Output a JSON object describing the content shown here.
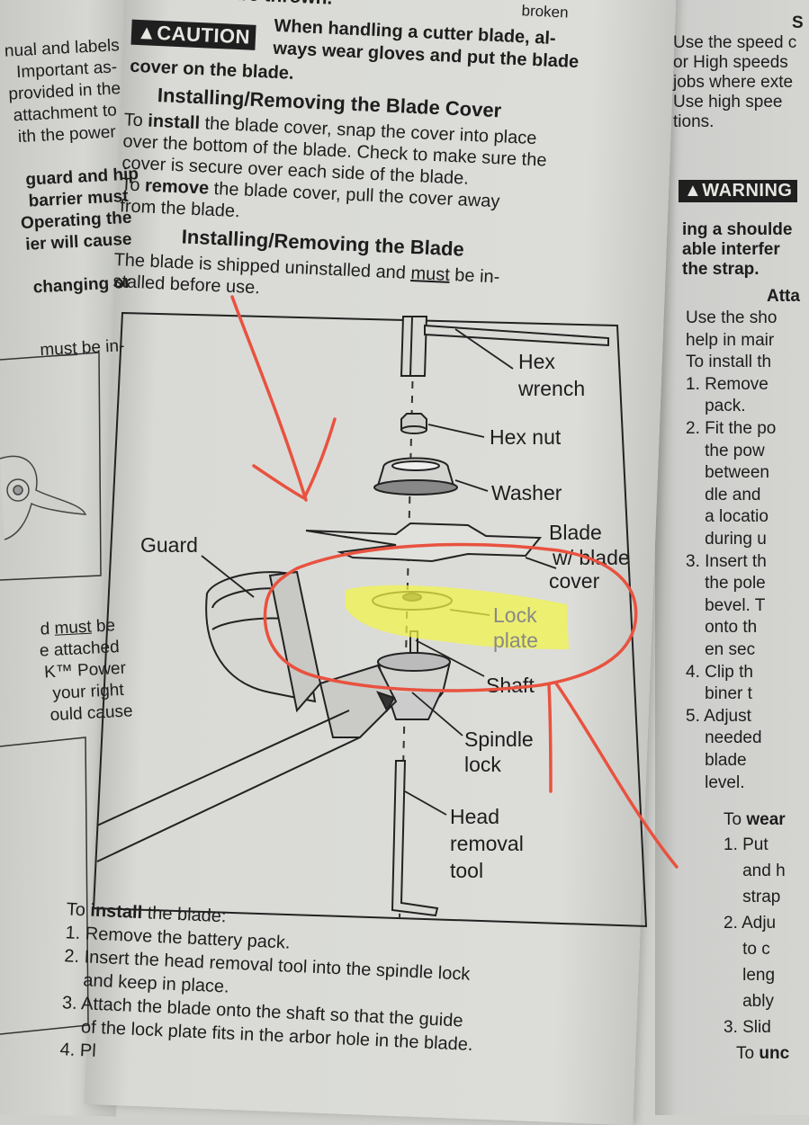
{
  "left_column": {
    "lines": [
      "nual and labels",
      "Important as-",
      "provided in the",
      "attachment to",
      "ith the power",
      "guard and hip",
      "barrier must",
      "Operating the",
      "ier will cause",
      "changing or"
    ],
    "must_line": {
      "pre": "",
      "must": "must",
      "post": " be in-"
    },
    "must_line2": {
      "pre": "d ",
      "must": "must",
      "post": " be"
    },
    "lines_b": [
      "e attached",
      "K™ Power",
      "your right",
      "ould cause"
    ]
  },
  "main": {
    "top_fragment": "pieces can be thrown.",
    "corner_fragment": "broken",
    "caution_label": "▲CAUTION",
    "caution_line1": "When handling a cutter blade, al-",
    "caution_line2": "ways wear gloves and put the blade",
    "caution_line3": "cover on the blade.",
    "blade_cover_heading": "Installing/Removing the Blade Cover",
    "blade_cover_body": [
      {
        "pre": "To ",
        "bold": "install",
        "post": " the blade cover, snap the cover into place"
      },
      {
        "pre": "over the bottom of the blade. Check to make sure the",
        "bold": "",
        "post": ""
      },
      {
        "pre": "cover is secure over each side of the blade.",
        "bold": "",
        "post": ""
      },
      {
        "pre": "To ",
        "bold": "remove",
        "post": " the blade cover, pull the cover away"
      },
      {
        "pre": "from the blade.",
        "bold": "",
        "post": ""
      }
    ],
    "blade_heading": "Installing/Removing the Blade",
    "blade_intro1_pre": "The blade is shipped uninstalled and ",
    "blade_intro1_must": "must",
    "blade_intro1_post": " be in-",
    "blade_intro2": "stalled before use.",
    "diagram_labels": {
      "hex_wrench_1": "Hex",
      "hex_wrench_2": "wrench",
      "hex_nut": "Hex nut",
      "washer": "Washer",
      "blade_1": "Blade",
      "blade_2": "w/ blade",
      "blade_3": "cover",
      "guard": "Guard",
      "lock_plate_1": "Lock",
      "lock_plate_2": "plate",
      "shaft": "Shaft",
      "spindle_1": "Spindle",
      "spindle_2": "lock",
      "head_1": "Head",
      "head_2": "removal",
      "head_3": "tool"
    },
    "install_intro_pre": "To ",
    "install_intro_bold": "install",
    "install_intro_post": " the blade:",
    "steps": [
      "1. Remove the battery pack.",
      "2. Insert the head removal tool into the spindle lock",
      "    and keep in place.",
      "3. Attach the blade onto the shaft so that the guide",
      "    of the lock plate fits in the arbor hole in the blade.",
      "4. Pl"
    ]
  },
  "right_column": {
    "lines_top": [
      "S",
      "Use the speed c",
      "or High speeds",
      "jobs where exte",
      "Use high spee",
      "tions."
    ],
    "warning_label": "▲WARNING",
    "warning_lines": [
      "ing a shoulde",
      "able interfer",
      "the strap."
    ],
    "atta_heading": "Atta",
    "lines_mid": [
      "Use the sho",
      "help in mair",
      "To install th",
      "1. Remove",
      "    pack.",
      "2. Fit the po",
      "    the pow",
      "    between",
      "    dle and",
      "    a locatio",
      "    during u",
      "3. Insert th",
      "    the pole",
      "    bevel. T",
      "    onto th",
      "    en sec",
      "4. Clip th",
      "    biner t",
      "5. Adjust",
      "    needed",
      "    blade",
      "    level."
    ],
    "wear_heading_pre": "To ",
    "wear_heading_bold": "wear",
    "lines_bot": [
      "1. Put",
      "    and h",
      "    strap",
      "2. Adju",
      "    to c",
      "    leng",
      "    ably",
      "3. Slid"
    ],
    "unc_pre": "To ",
    "unc_bold": "unc"
  },
  "colors": {
    "paper": "#dcddd9",
    "ink": "#1d1d1d",
    "annotation_red": "#e8523f",
    "highlight_yellow": "#f3f547"
  }
}
